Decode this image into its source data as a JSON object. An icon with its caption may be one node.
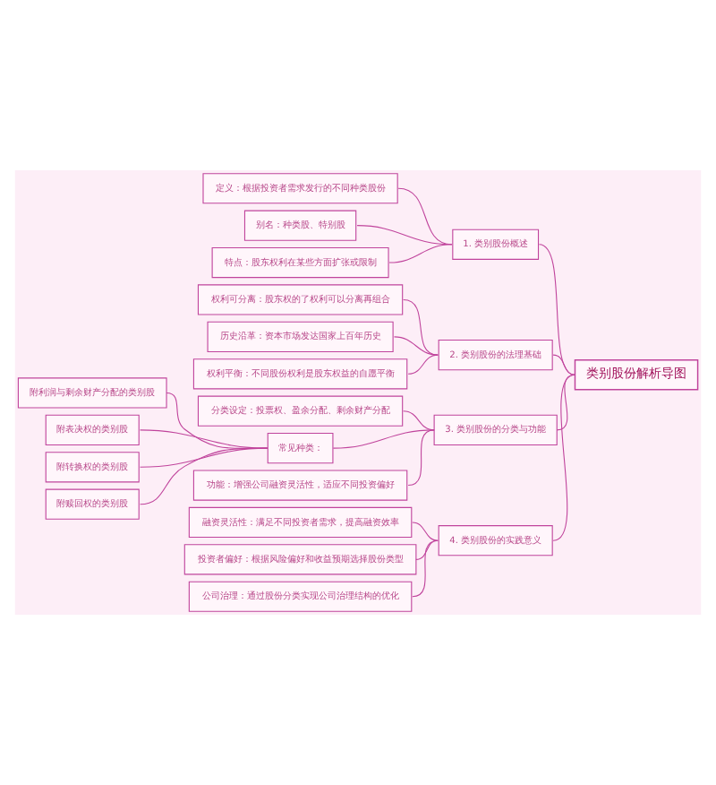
{
  "diagram": {
    "nodes": [
      {
        "text": [
          "类别股份解析导图"
        ]
      },
      {
        "text": [
          "1. 类别股份概述"
        ]
      },
      {
        "text": [
          "定义：根据投资者需求发行的不同种类股份"
        ]
      },
      {
        "text": [
          "别名：种类股、特别股"
        ]
      },
      {
        "text": [
          "特点：股东权利在某些方面扩张或限制"
        ]
      },
      {
        "text": [
          "2. 类别股份的法理基础"
        ]
      },
      {
        "text": [
          "权利可分离：股东权的了权利可以分离再组合"
        ]
      },
      {
        "text": [
          "历史沿革：资本市场发达国家上百年历史"
        ]
      },
      {
        "text": [
          "权利平衡：不同股份权利是股东权益的自愿平衡"
        ]
      },
      {
        "text": [
          "3. 类别股份的分类与功能"
        ]
      },
      {
        "text": [
          "分类设定：投票权、盈余分配、剩余财产分配"
        ]
      },
      {
        "text": [
          "常见种类："
        ]
      },
      {
        "text": [
          "附利润与剩余财产分配的类别股"
        ]
      },
      {
        "text": [
          "附表决权的类别股"
        ]
      },
      {
        "text": [
          "附转换权的类别股"
        ]
      },
      {
        "text": [
          "附赎回权的类别股"
        ]
      },
      {
        "text": [
          "功能：增强公司融资灵活性，适应不同投资偏好"
        ]
      },
      {
        "text": [
          "4. 类别股份的实践意义"
        ]
      },
      {
        "text": [
          "融资灵活性：满足不同投资者需求，提高融资效率"
        ]
      },
      {
        "text": [
          "投资者偏好：根据风险偏好和收益预期选择股份类型"
        ]
      },
      {
        "text": [
          "公司治理：通过股份分类实现公司治理结构的优化"
        ]
      }
    ],
    "edges": [
      {
        "from": 0,
        "to": 1,
        "arrow": "none"
      },
      {
        "from": 1,
        "to": 2,
        "arrow": "none"
      },
      {
        "from": 1,
        "to": 3,
        "arrow": "none"
      },
      {
        "from": 1,
        "to": 4,
        "arrow": "none"
      },
      {
        "from": 0,
        "to": 5,
        "arrow": "none"
      },
      {
        "from": 5,
        "to": 6,
        "arrow": "none"
      },
      {
        "from": 5,
        "to": 7,
        "arrow": "none"
      },
      {
        "from": 5,
        "to": 8,
        "arrow": "none"
      },
      {
        "from": 0,
        "to": 9,
        "arrow": "none"
      },
      {
        "from": 9,
        "to": 10,
        "arrow": "none"
      },
      {
        "from": 9,
        "to": 11,
        "arrow": "none"
      },
      {
        "from": 11,
        "to": 12,
        "arrow": "none"
      },
      {
        "from": 11,
        "to": 13,
        "arrow": "none"
      },
      {
        "from": 11,
        "to": 14,
        "arrow": "none"
      },
      {
        "from": 11,
        "to": 15,
        "arrow": "none"
      },
      {
        "from": 9,
        "to": 16,
        "arrow": "none"
      },
      {
        "from": 0,
        "to": 17,
        "arrow": "none"
      },
      {
        "from": 17,
        "to": 18,
        "arrow": "none"
      },
      {
        "from": 17,
        "to": 19,
        "arrow": "none"
      },
      {
        "from": 17,
        "to": 20,
        "arrow": "none"
      }
    ]
  }
}
